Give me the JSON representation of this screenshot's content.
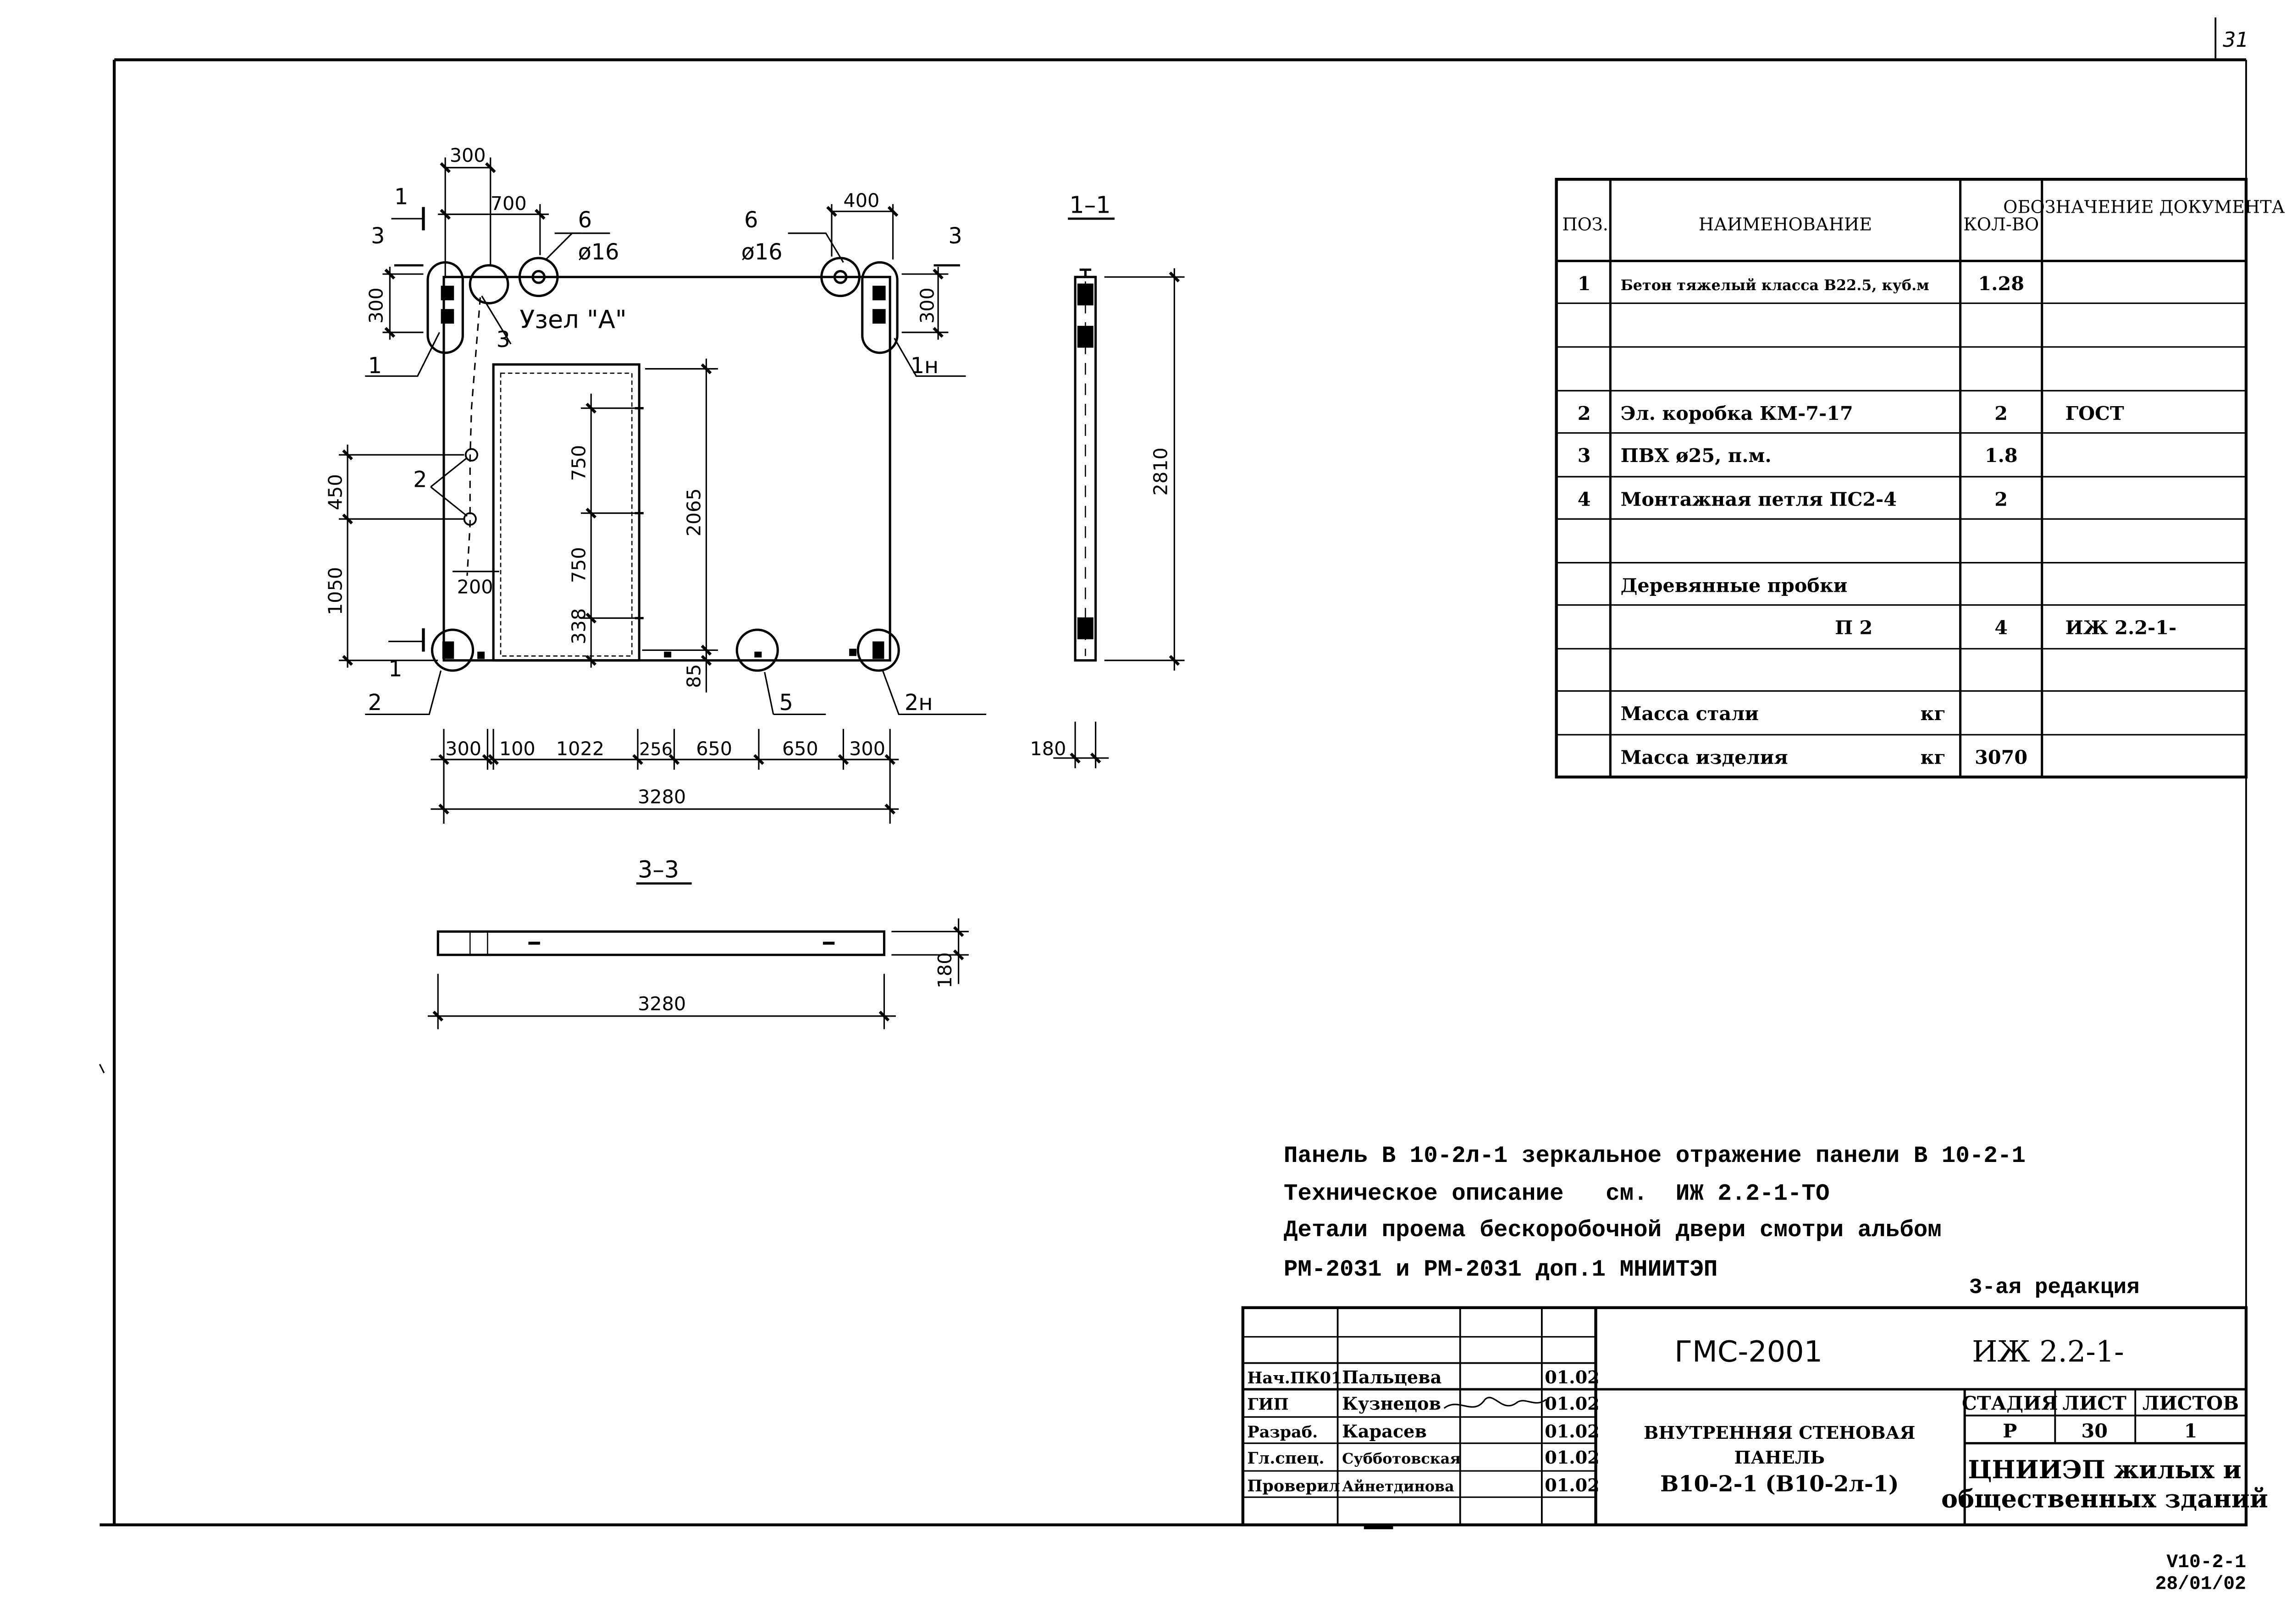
{
  "corner_mark": "31",
  "drawing": {
    "panel_dims": {
      "top_300": "300",
      "top_700": "700",
      "top_400": "400",
      "pos6_left": "6",
      "pos6_right": "6",
      "dia16_left": "ø16",
      "dia16_right": "ø16",
      "v300_left": "300",
      "v300_right": "300",
      "node_a": "Узел \"А\"",
      "leader_3": "3",
      "leader_1": "1",
      "leader_1n": "1н",
      "leader_2": "2",
      "leader_2n": "2н",
      "leader_5": "5",
      "pos2_label": "2",
      "d450": "450",
      "d1050": "1050",
      "d200": "200",
      "d750a": "750",
      "d750b": "750",
      "d338": "338",
      "d2065": "2065",
      "d85": "85",
      "bottom_dims": [
        "300",
        "100",
        "1022",
        "256",
        "650",
        "650",
        "300"
      ],
      "total_3280": "3280",
      "section_mark_1": "1",
      "section_mark_3": "3"
    },
    "section_1_1": {
      "title": "1–1",
      "height": "2810",
      "thickness": "180"
    },
    "section_3_3": {
      "title": "3–3",
      "length": "3280",
      "thickness": "180"
    }
  },
  "spec_table": {
    "headers": [
      "ПОЗ.",
      "НАИМЕНОВАНИЕ",
      "КОЛ-ВО",
      "ОБОЗНАЧЕНИЕ ДОКУМЕНТА"
    ],
    "rows": [
      {
        "pos": "1",
        "name": "Бетон тяжелый класса В22.5, куб.м",
        "unit": "",
        "qty": "1.28",
        "doc": ""
      },
      {
        "pos": "",
        "name": "",
        "unit": "",
        "qty": "",
        "doc": ""
      },
      {
        "pos": "",
        "name": "",
        "unit": "",
        "qty": "",
        "doc": ""
      },
      {
        "pos": "2",
        "name": "Эл. коробка КМ-7-17",
        "unit": "",
        "qty": "2",
        "doc": "ГОСТ"
      },
      {
        "pos": "3",
        "name": "ПВХ ø25, п.м.",
        "unit": "",
        "qty": "1.8",
        "doc": ""
      },
      {
        "pos": "4",
        "name": "Монтажная петля ПС2-4",
        "unit": "",
        "qty": "2",
        "doc": ""
      },
      {
        "pos": "",
        "name": "",
        "unit": "",
        "qty": "",
        "doc": ""
      },
      {
        "pos": "",
        "name": "Деревянные пробки",
        "unit": "",
        "qty": "",
        "doc": ""
      },
      {
        "pos": "",
        "name": "П 2",
        "unit": "",
        "qty": "4",
        "doc": "ИЖ 2.2-1-"
      },
      {
        "pos": "",
        "name": "",
        "unit": "",
        "qty": "",
        "doc": ""
      },
      {
        "pos": "",
        "name": "Масса стали",
        "unit": "кг",
        "qty": "",
        "doc": ""
      },
      {
        "pos": "",
        "name": "Масса изделия",
        "unit": "кг",
        "qty": "3070",
        "doc": ""
      }
    ]
  },
  "notes": [
    "Панель В 10-2л-1 зеркальное отражение панели В 10-2-1",
    "Техническое описание   см.  ИЖ 2.2-1-ТО",
    "Детали проема бескоробочной двери смотри альбом",
    "РМ-2031 и РМ-2031 доп.1 МНИИТЭП"
  ],
  "edition": "3-ая редакция",
  "title_block": {
    "series": "ГМС-2001",
    "doc_code": "ИЖ 2.2-1-",
    "staff": [
      {
        "role": "Нач.ПК01",
        "name": "Пальцева",
        "date": "01.02"
      },
      {
        "role": "ГИП",
        "name": "Кузнецов",
        "date": "01.02"
      },
      {
        "role": "Разраб.",
        "name": "Карасев",
        "date": "01.02"
      },
      {
        "role": "Гл.спец.",
        "name": "Субботовская",
        "date": "01.02"
      },
      {
        "role": "Проверил",
        "name": "Айнетдинова",
        "date": "01.02"
      }
    ],
    "product_title": [
      "ВНУТРЕННЯЯ СТЕНОВАЯ",
      "ПАНЕЛЬ",
      "В10-2-1 (В10-2л-1)"
    ],
    "stage_header": "СТАДИЯ",
    "sheet_header": "ЛИСТ",
    "sheets_header": "ЛИСТОВ",
    "stage": "Р",
    "sheet": "30",
    "sheets": "1",
    "org": [
      "ЦНИИЭП жилых и",
      "общественных зданий"
    ]
  },
  "footer": [
    "V10-2-1",
    "28/01/02"
  ]
}
